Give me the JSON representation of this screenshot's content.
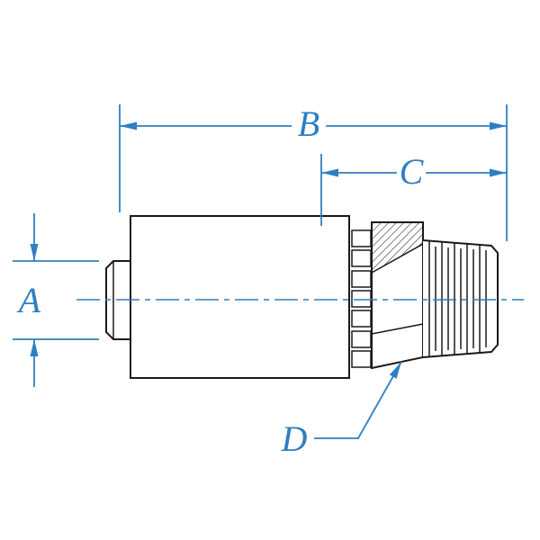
{
  "diagram": {
    "type": "technical-dimension-drawing",
    "labels": {
      "a": "A",
      "b": "B",
      "c": "C",
      "d": "D"
    },
    "colors": {
      "dimension_blue": "#2e7fc1",
      "outline_black": "#1a1a1a",
      "background": "#ffffff"
    }
  }
}
